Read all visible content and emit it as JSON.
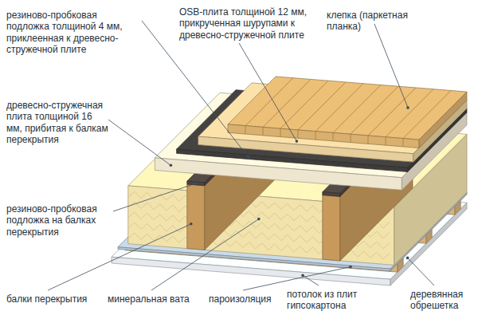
{
  "diagram": {
    "labels": [
      "резиново-пробковая подложка толщиной 4 мм, приклеенная к древесно-стружечной плите",
      "OSB-плита толщиной 12 мм, прикрученная шурупами к древесно-стружечной плите",
      "клепка (паркетная планка)",
      "древесно-стружечная плита толщиной 16 мм, прибитая к балкам перекрытия",
      "резиново-пробковая подложка на балках перекрытия",
      "балки перекрытия",
      "минеральная вата",
      "пароизоляция",
      "потолок из плит гипсокартона",
      "деревянная обрешетка"
    ]
  }
}
